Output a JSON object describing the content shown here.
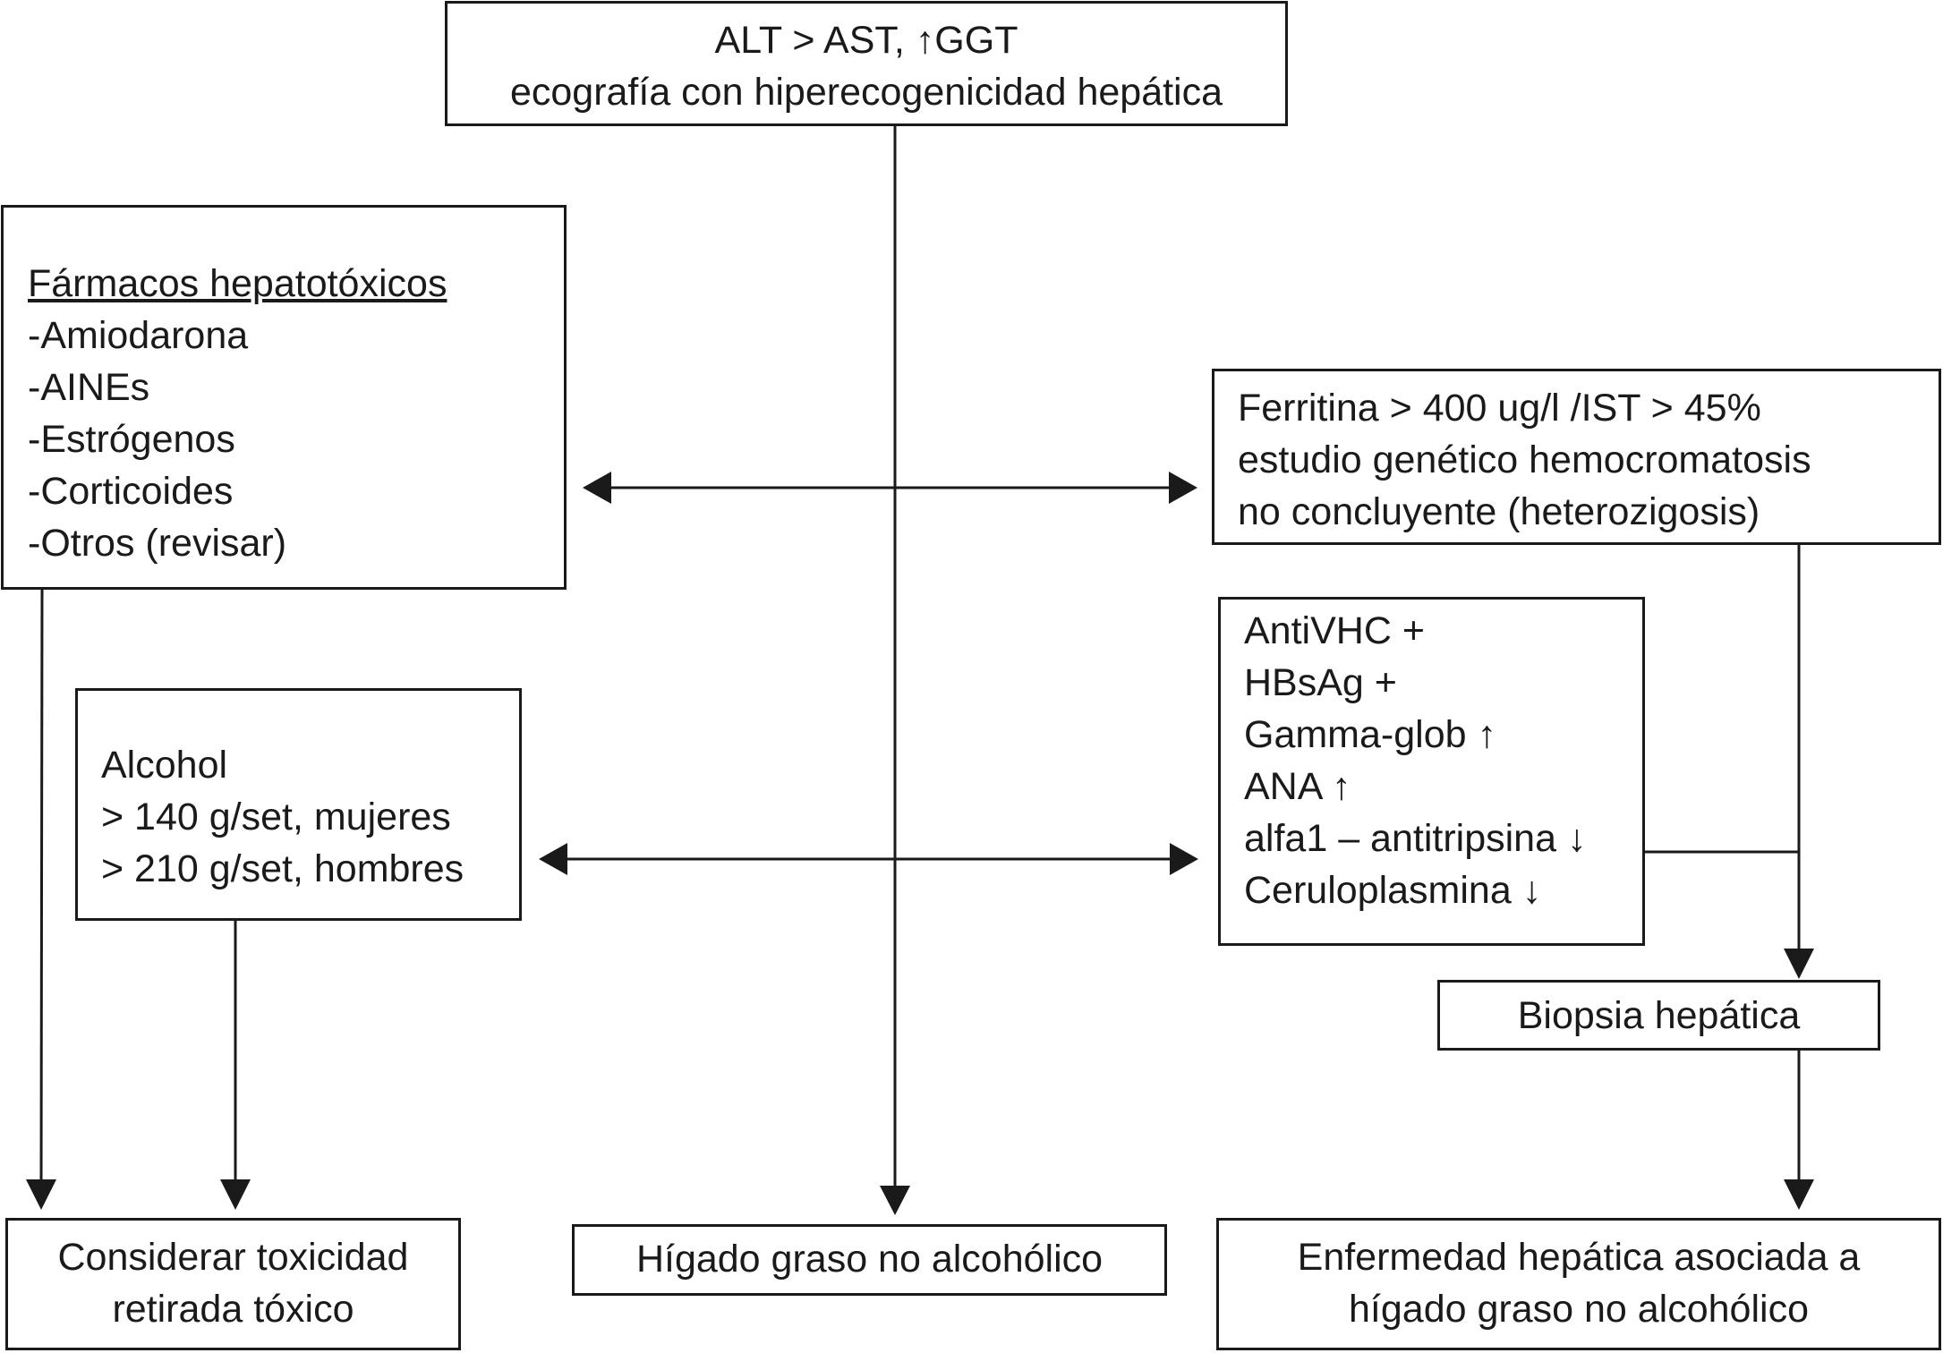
{
  "top_box": {
    "line1": "ALT > AST, ↑GGT",
    "line2": "ecografía con hiperecogenicidad hepática"
  },
  "drugs_box": {
    "heading": "Fármacos hepatotóxicos",
    "items": [
      "-Amiodarona",
      "-AINEs",
      "-Estrógenos",
      "-Corticoides",
      "-Otros (revisar)"
    ]
  },
  "alcohol_box": {
    "lines": [
      "Alcohol",
      "> 140 g/set, mujeres",
      "> 210 g/set, hombres"
    ]
  },
  "ferritin_box": {
    "lines": [
      "Ferritina > 400 ug/l /IST > 45%",
      "estudio genético hemocromatosis",
      "no concluyente (heterozigosis)"
    ]
  },
  "serology_box": {
    "lines": [
      "AntiVHC +",
      "HBsAg +",
      "Gamma-glob ↑",
      "ANA ↑",
      "alfa1 – antitripsina ↓",
      "Ceruloplasmina ↓"
    ]
  },
  "biopsy_box": {
    "label": "Biopsia hepática"
  },
  "toxic_box": {
    "lines": [
      "Considerar toxicidad",
      "retirada tóxico"
    ]
  },
  "nafld_box": {
    "label": "Hígado graso no alcohólico"
  },
  "assoc_box": {
    "lines": [
      "Enfermedad hepática asociada a",
      "hígado graso no alcohólico"
    ]
  }
}
